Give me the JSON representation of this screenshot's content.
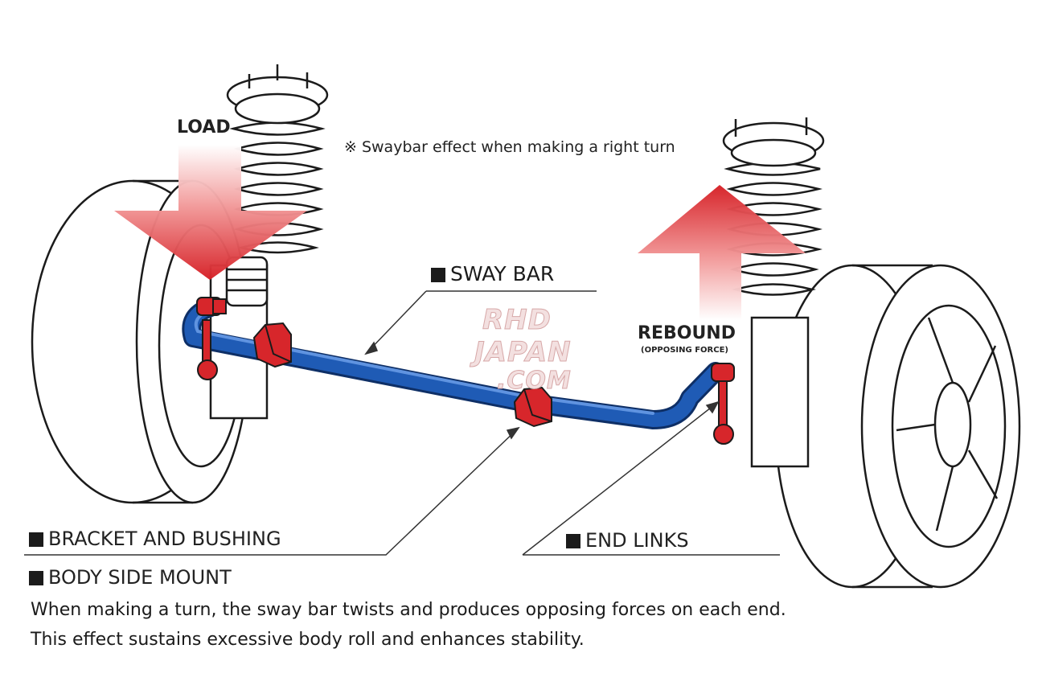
{
  "note": "※ Swaybar effect when making a right turn",
  "labels": {
    "load": "LOAD",
    "sway_bar": "SWAY BAR",
    "rebound": "REBOUND",
    "rebound_sub": "(OPPOSING FORCE)",
    "bracket_bushing": "BRACKET AND BUSHING",
    "end_links": "END LINKS",
    "body_side_mount": "BODY SIDE MOUNT"
  },
  "description": [
    "When making a turn, the sway bar twists and produces opposing forces on each end.",
    "This effect sustains excessive body roll and enhances stability."
  ],
  "watermark": [
    "RHD",
    "JAPAN",
    ".COM"
  ],
  "colors": {
    "sway_bar": "#1f5bb5",
    "brackets": "#d7262b",
    "arrow": "#e0262b",
    "outline": "#1b1b1b"
  }
}
